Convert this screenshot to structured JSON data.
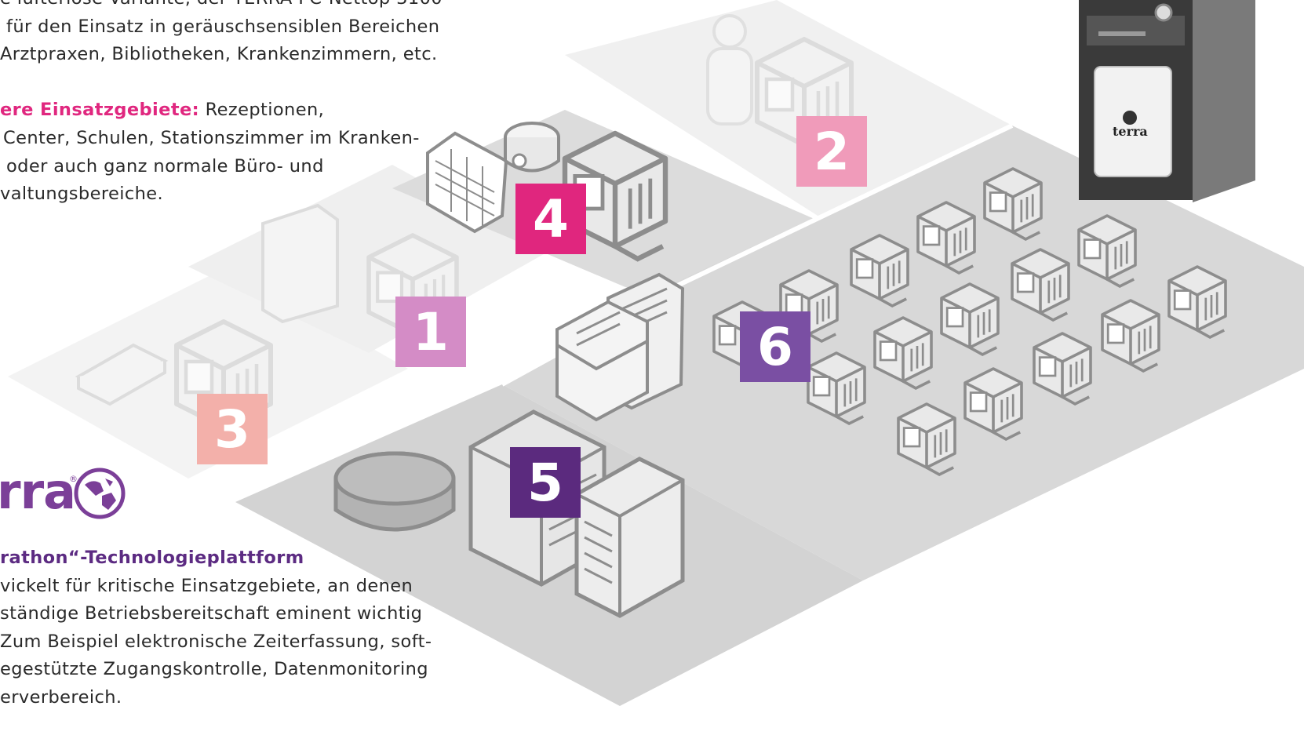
{
  "text_top": {
    "line1": "e lüfterlose Variante, der TERRA PC-Nettop 3100",
    "line2": "für den Einsatz in geräuschsensiblen Bereichen",
    "line3": "Arztpraxen, Bibliotheken, Krankenzimmern, etc.",
    "highlight": "ere Einsatzgebiete:",
    "line4_rest": " Rezeptionen,",
    "line5": "Center, Schulen, Stationszimmer im Kranken-",
    "line6": "oder auch ganz normale Büro- und",
    "line7": "valtungsbereiche."
  },
  "logo": {
    "word": "rra",
    "registered": "®"
  },
  "text_bottom": {
    "heading": "rathon“-Technologieplattform",
    "line1": "vickelt für kritische Einsatzgebiete, an denen",
    "line2": "ständige Betriebsbereitschaft eminent wichtig",
    "line3": "Zum Beispiel elektronische Zeiterfassung, soft-",
    "line4": "egestützte Zugangskontrolle, Datenmonitoring",
    "line5": "erverbereich."
  },
  "badges": [
    {
      "label": "1",
      "color": "#d48cc6"
    },
    {
      "label": "2",
      "color": "#f09bba"
    },
    {
      "label": "3",
      "color": "#f3b0aa"
    },
    {
      "label": "4",
      "color": "#e0267e"
    },
    {
      "label": "5",
      "color": "#5b2a7e"
    },
    {
      "label": "6",
      "color": "#7a4fa3"
    }
  ],
  "tower": {
    "brand": "terra"
  },
  "colors": {
    "pink": "#e0277f",
    "purple": "#5c2b82",
    "zone_dark": "#d6d6d6",
    "zone_light": "#ececec"
  }
}
